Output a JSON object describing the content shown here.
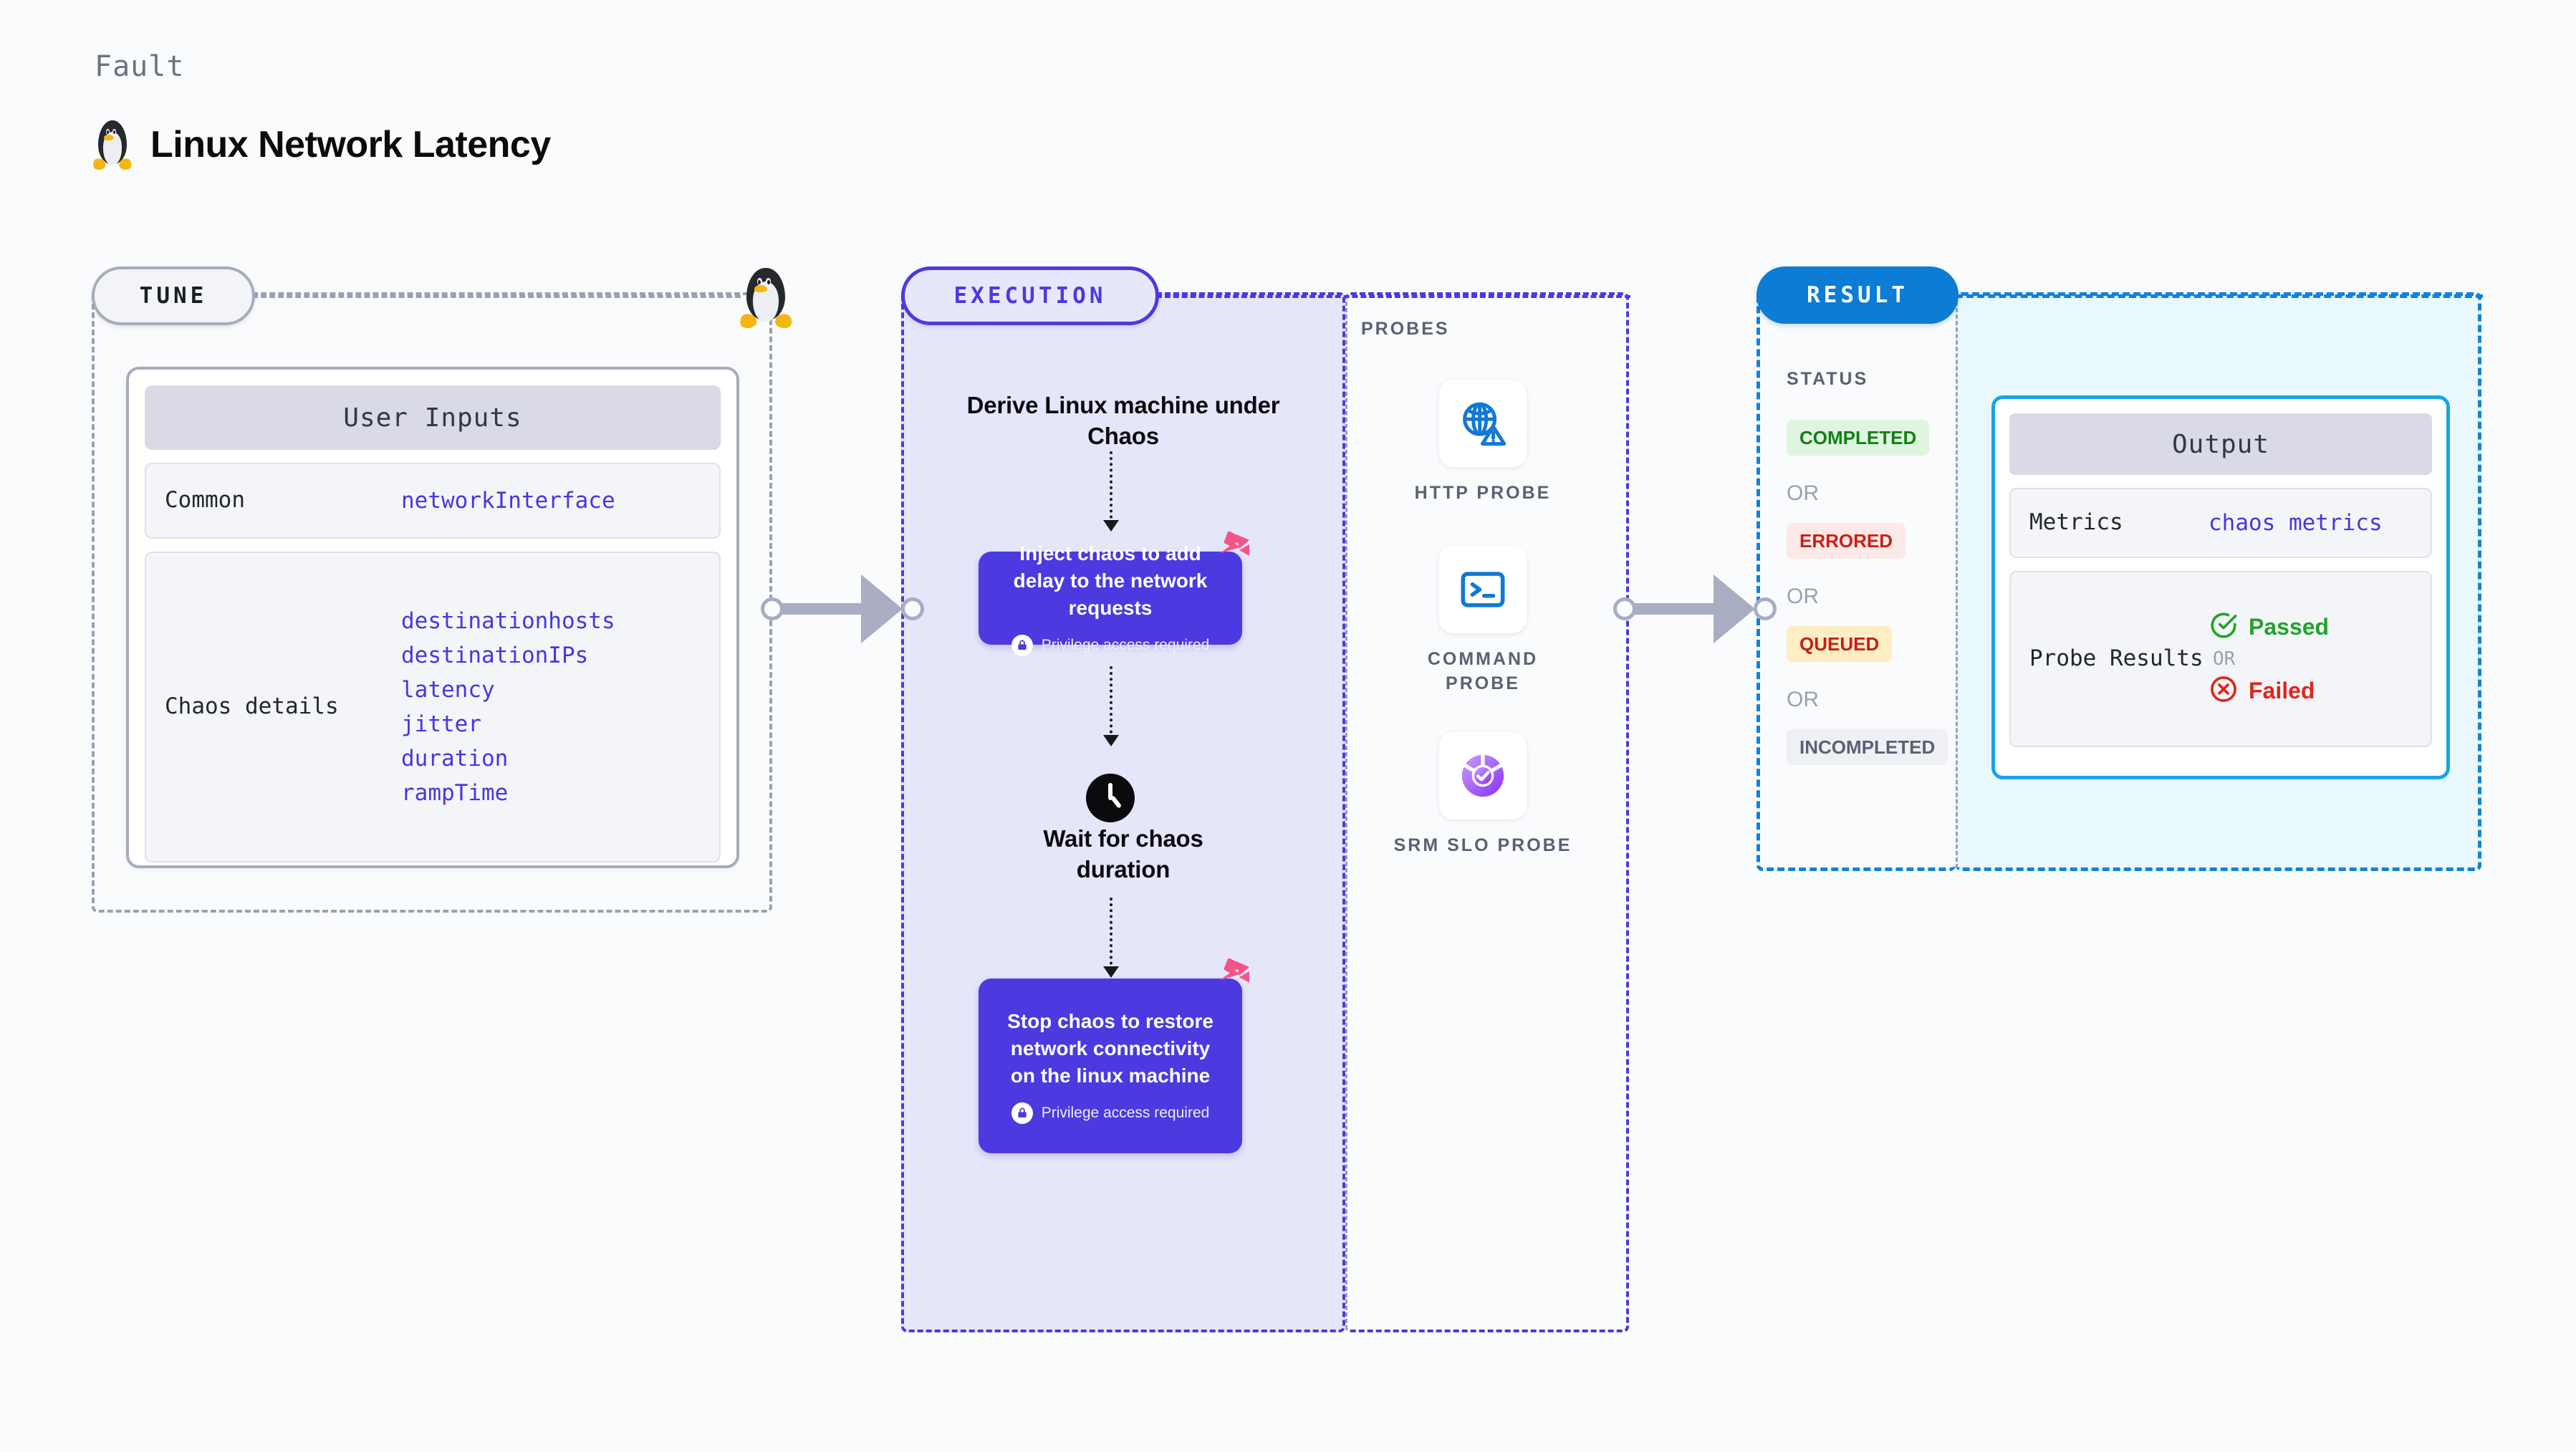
{
  "header": {
    "eyebrow": "Fault",
    "title": "Linux Network Latency",
    "icon": "linux-penguin-icon"
  },
  "tune": {
    "chip_label": "TUNE",
    "card_title": "User Inputs",
    "rows": [
      {
        "key": "Common",
        "values": [
          "networkInterface"
        ]
      },
      {
        "key": "Chaos details",
        "values": [
          "destinationhosts",
          "destinationIPs",
          "latency",
          "jitter",
          "duration",
          "rampTime"
        ]
      }
    ]
  },
  "execution": {
    "chip_label": "EXECUTION",
    "derive_heading": "Derive Linux machine under Chaos",
    "wait_heading": "Wait for chaos duration",
    "inject_box": {
      "title": "Inject chaos to add delay to the network requests",
      "privilege": "Privilege access required",
      "badge_icon": "harness-logo-icon",
      "lock_icon": "lock-icon"
    },
    "stop_box": {
      "title": "Stop chaos to restore network connectivity on the linux machine",
      "privilege": "Privilege access required",
      "badge_icon": "harness-logo-icon",
      "lock_icon": "lock-icon"
    },
    "clock_icon": "clock-icon"
  },
  "probes": {
    "label": "PROBES",
    "items": [
      {
        "caption": "HTTP PROBE",
        "icon": "globe-warning-icon"
      },
      {
        "caption": "COMMAND PROBE",
        "icon": "terminal-icon"
      },
      {
        "caption": "SRM SLO PROBE",
        "icon": "srm-slo-icon"
      }
    ]
  },
  "result": {
    "chip_label": "RESULT",
    "status_label": "STATUS",
    "or_label": "OR",
    "statuses": [
      {
        "label": "COMPLETED",
        "bg": "#dff5e0",
        "fg": "#138013"
      },
      {
        "label": "ERRORED",
        "bg": "#fde9e7",
        "fg": "#cc1f16"
      },
      {
        "label": "QUEUED",
        "bg": "#fdeec4",
        "fg": "#c41f1a"
      },
      {
        "label": "INCOMPLETED",
        "bg": "#eef0f6",
        "fg": "#5b6072"
      }
    ],
    "output": {
      "card_title": "Output",
      "metrics_key": "Metrics",
      "metrics_value": "chaos metrics",
      "probe_results_key": "Probe Results",
      "passed_label": "Passed",
      "failed_label": "Failed",
      "or_label": "OR",
      "passed_icon": "check-circle-icon",
      "failed_icon": "x-circle-icon"
    }
  },
  "colors": {
    "page_bg": "#fafbfd",
    "execution_accent": "#4a3ae0",
    "execution_fill": "#e6e6fa",
    "result_accent": "#1182dc",
    "result_fill": "#e9f8fd",
    "tune_accent": "#9aa0b0",
    "harness_pink": "#f2548a",
    "probe_blue": "#1179d4",
    "srm_purple": "#9a4cf5"
  }
}
